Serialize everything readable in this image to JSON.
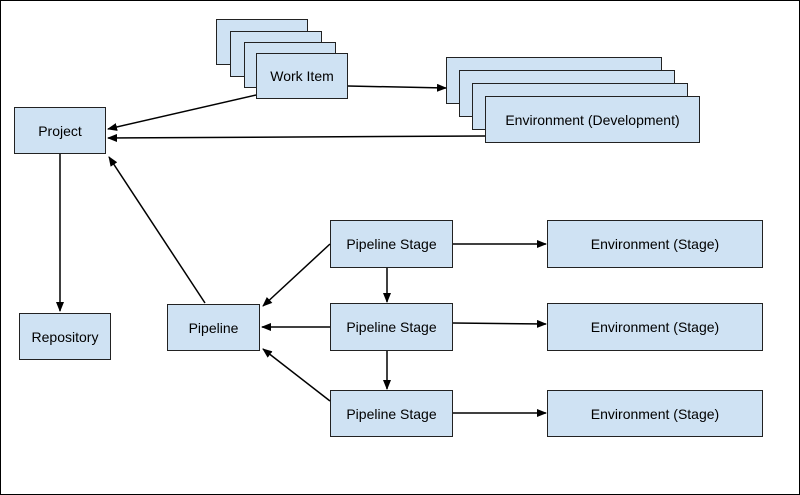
{
  "diagram": {
    "nodes": {
      "work_item": "Work Item",
      "environment_development": "Environment (Development)",
      "project": "Project",
      "repository": "Repository",
      "pipeline": "Pipeline",
      "pipeline_stage_1": "Pipeline Stage",
      "pipeline_stage_2": "Pipeline Stage",
      "pipeline_stage_3": "Pipeline Stage",
      "environment_stage_1": "Environment (Stage)",
      "environment_stage_2": "Environment (Stage)",
      "environment_stage_3": "Environment (Stage)"
    },
    "edges": [
      {
        "from": "work_item",
        "to": "project"
      },
      {
        "from": "work_item",
        "to": "environment_development"
      },
      {
        "from": "environment_development",
        "to": "project"
      },
      {
        "from": "project",
        "to": "repository"
      },
      {
        "from": "pipeline",
        "to": "project"
      },
      {
        "from": "pipeline_stage_1",
        "to": "pipeline"
      },
      {
        "from": "pipeline_stage_2",
        "to": "pipeline"
      },
      {
        "from": "pipeline_stage_3",
        "to": "pipeline"
      },
      {
        "from": "pipeline_stage_1",
        "to": "pipeline_stage_2"
      },
      {
        "from": "pipeline_stage_2",
        "to": "pipeline_stage_3"
      },
      {
        "from": "pipeline_stage_1",
        "to": "environment_stage_1"
      },
      {
        "from": "pipeline_stage_2",
        "to": "environment_stage_2"
      },
      {
        "from": "pipeline_stage_3",
        "to": "environment_stage_3"
      }
    ],
    "colors": {
      "node_fill": "#cfe2f3",
      "stroke": "#222222",
      "arrow": "#000000"
    }
  }
}
